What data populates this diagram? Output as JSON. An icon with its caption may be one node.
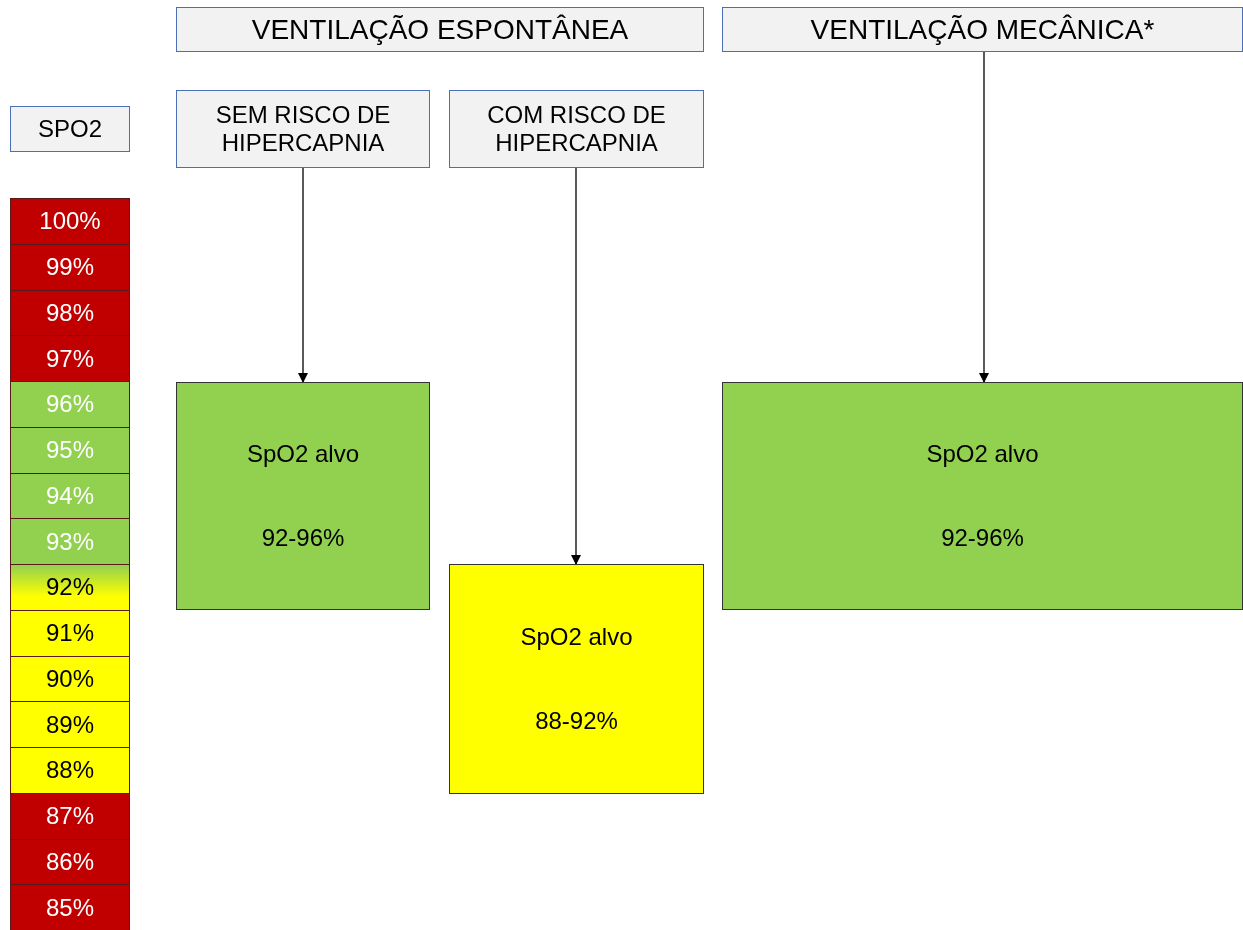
{
  "diagram": {
    "nodes": [
      {
        "text": [
          "SPO2"
        ]
      },
      {
        "text": [
          "VENTILAÇÃO ESPONTÂNEA"
        ]
      },
      {
        "text": [
          "VENTILAÇÃO MECÂNICA*"
        ]
      },
      {
        "text": [
          "SEM RISCO DE HIPERCAPNIA"
        ]
      },
      {
        "text": [
          "COM RISCO DE HIPERCAPNIA"
        ]
      },
      {
        "text": [
          "SpO2 alvo",
          "92-96%"
        ]
      },
      {
        "text": [
          "SpO2 alvo",
          "88-92%"
        ]
      },
      {
        "text": [
          "SpO2 alvo",
          "92-96%"
        ]
      },
      {
        "text": [
          "100%"
        ]
      },
      {
        "text": [
          "99%"
        ]
      },
      {
        "text": [
          "98%"
        ]
      },
      {
        "text": [
          "97%"
        ]
      },
      {
        "text": [
          "96%"
        ]
      },
      {
        "text": [
          "95%"
        ]
      },
      {
        "text": [
          "94%"
        ]
      },
      {
        "text": [
          "93%"
        ]
      },
      {
        "text": [
          "92%"
        ]
      },
      {
        "text": [
          "91%"
        ]
      },
      {
        "text": [
          "90%"
        ]
      },
      {
        "text": [
          "89%"
        ]
      },
      {
        "text": [
          "88%"
        ]
      },
      {
        "text": [
          "87%"
        ]
      },
      {
        "text": [
          "86%"
        ]
      },
      {
        "text": [
          "85%"
        ]
      }
    ],
    "edges": [
      {
        "from": 3,
        "to": 5,
        "arrow": "to"
      },
      {
        "from": 4,
        "to": 6,
        "arrow": "to"
      },
      {
        "from": 2,
        "to": 7,
        "arrow": "to"
      }
    ]
  }
}
